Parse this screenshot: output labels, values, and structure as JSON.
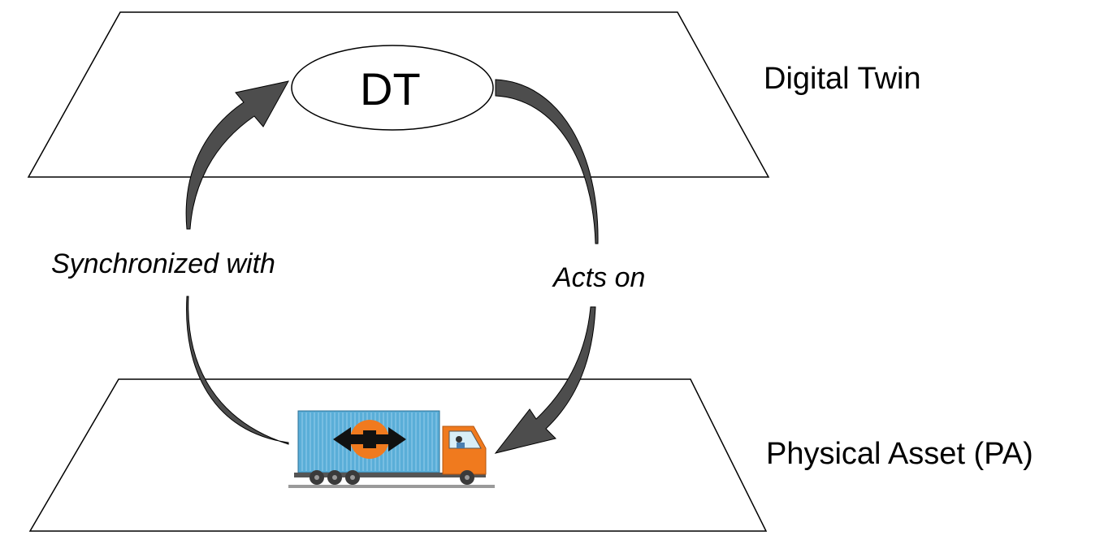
{
  "diagram": {
    "layers": {
      "top": {
        "label": "Digital Twin"
      },
      "bottom": {
        "label": "Physical Asset (PA)"
      }
    },
    "node": {
      "label": "DT"
    },
    "edges": {
      "left": {
        "label": "Synchronized with"
      },
      "right": {
        "label": "Acts on"
      }
    },
    "colors": {
      "arrow": "#4d4d4d",
      "outline": "#000000",
      "container": "#5aaed8",
      "cab": "#f07a1e",
      "wheel": "#3a3a3a"
    },
    "icons": {
      "asset": "truck-icon"
    }
  }
}
